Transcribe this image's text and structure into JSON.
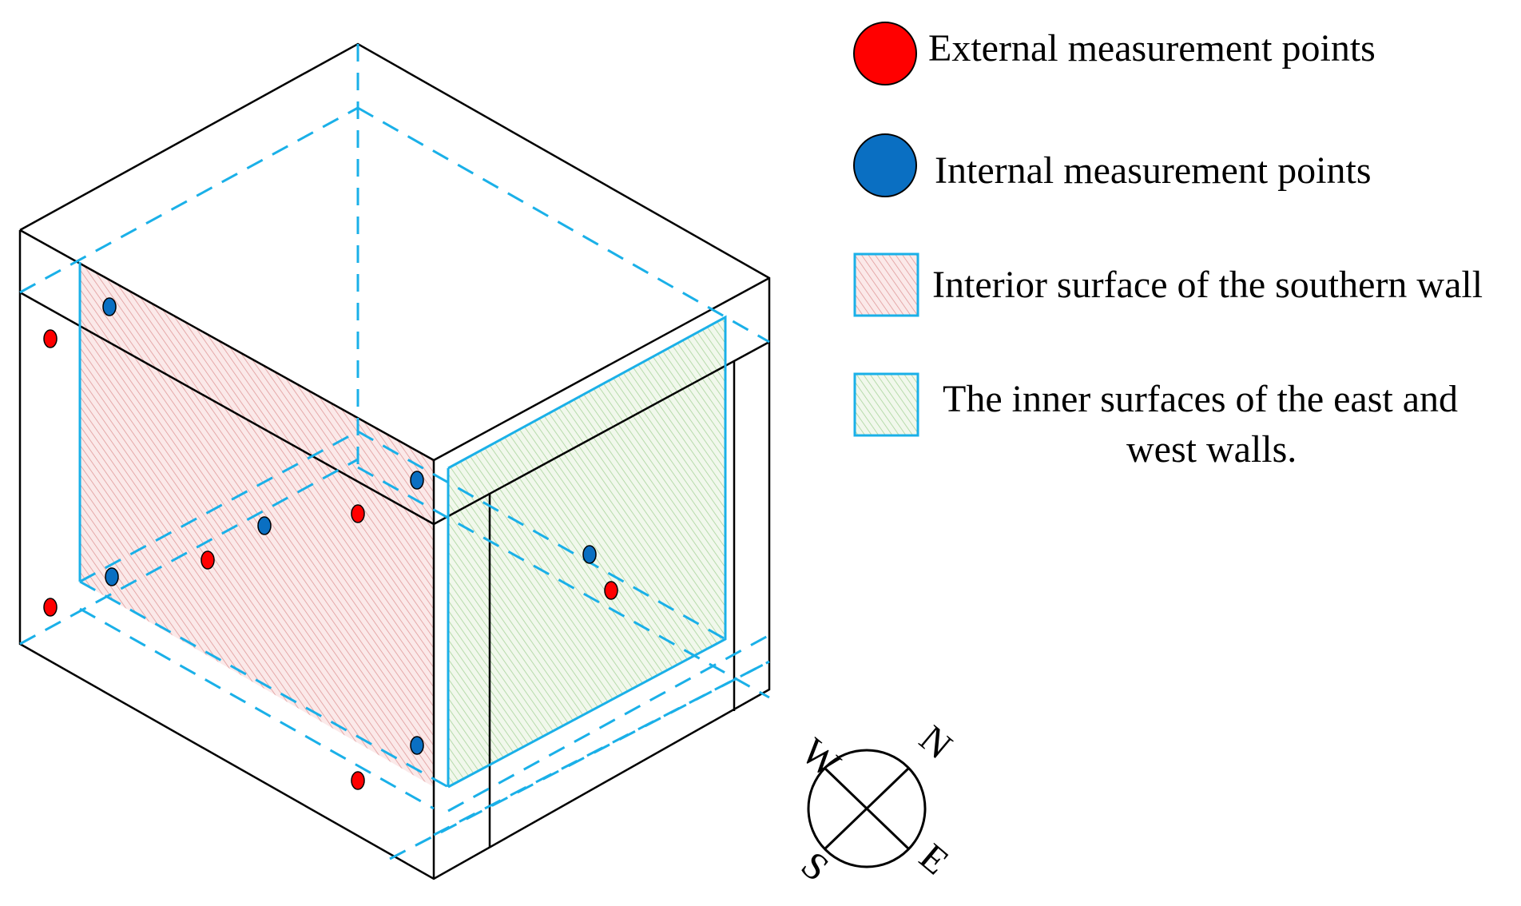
{
  "legend": {
    "external": "External measurement points",
    "internal": "Internal measurement points",
    "south_wall": "Interior surface of the southern wall",
    "east_west_line1": "The inner surfaces of the east and",
    "east_west_line2": "west walls."
  },
  "compass": {
    "w": "W",
    "n": "N",
    "s": "S",
    "e": "E"
  },
  "colors": {
    "external_point": "#ff0000",
    "internal_point": "#0a6fc2",
    "frame": "#000000",
    "inner_dashed": "#1ab0e8",
    "south_hatch": "#e7a0a0",
    "eastwest_hatch": "#a8d69a"
  }
}
